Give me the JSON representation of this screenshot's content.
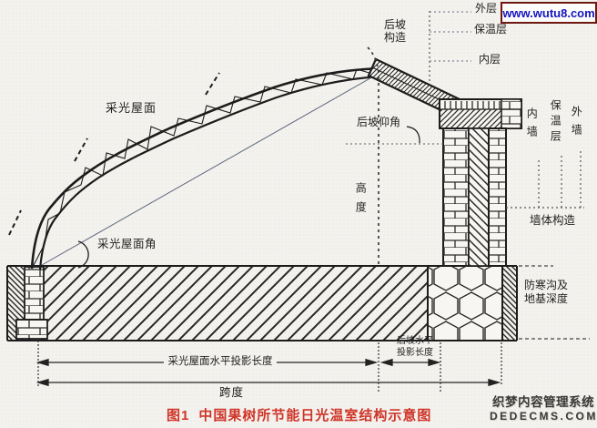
{
  "page": {
    "background": "#f3f2ee"
  },
  "caption": {
    "prefix": "图1",
    "text": "中国果树所节能日光温室结构示意图",
    "color": "#d03428"
  },
  "watermarks": {
    "top_right": {
      "text": "www.wutu8.com",
      "text_color": "#1515c0",
      "border_color": "#6e1812"
    },
    "bottom_right": {
      "line1": "织梦内容管理系统",
      "line2": "DEDECMS.COM",
      "color": "#3a3a3a"
    }
  },
  "diagram": {
    "colors": {
      "line": "#1c1c1c"
    },
    "labels": {
      "roof_surface": "采光屋面",
      "roof_angle": "采光屋面角",
      "rear_structure_l1": "后坡",
      "rear_structure_l2": "构造",
      "outer_layer": "外层",
      "insulation_layer": "保温层",
      "inner_layer": "内层",
      "rear_slope_angle": "后坡仰角",
      "height": "高度",
      "inner_wall": "内墙",
      "wall_insulation": "保温层",
      "outer_wall": "外墙",
      "wall_structure": "墙体构造",
      "frost_l1": "防寒沟及",
      "frost_l2": "地基深度",
      "dim_roof_projection": "采光屋面水平投影长度",
      "dim_rear_l1": "后坡水平",
      "dim_rear_l2": "投影长度",
      "dim_span": "跨度"
    }
  }
}
